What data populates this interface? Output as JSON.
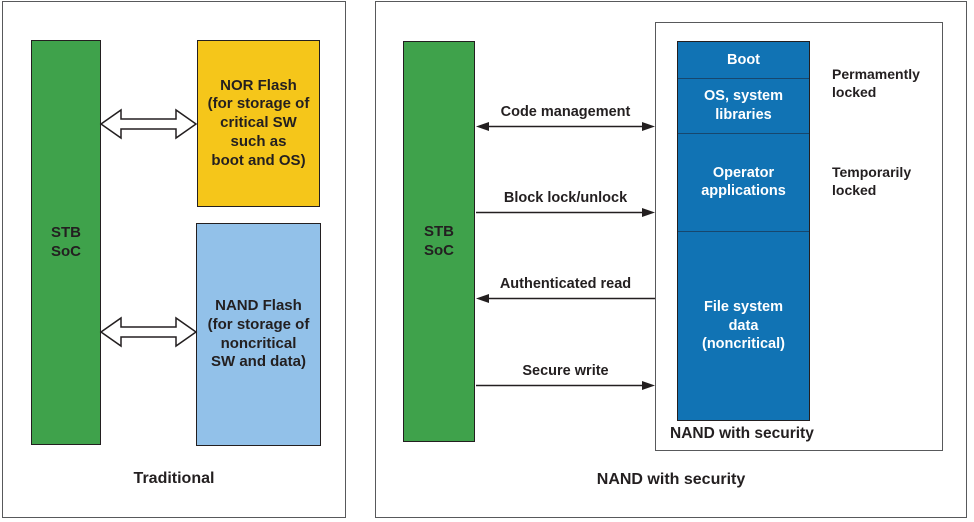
{
  "colors": {
    "green": "#3fa24b",
    "yellow": "#f5c61a",
    "light_blue": "#92c1e9",
    "dark_blue": "#1173b4",
    "divider_blue": "#17476e",
    "panel_border": "#58595b",
    "ink": "#231f20"
  },
  "left_panel": {
    "caption": "Traditional",
    "soc_label": "STB\nSoC",
    "nor_flash_label": "NOR Flash\n(for storage of\ncritical SW\nsuch as\nboot and OS)",
    "nand_flash_label": "NAND Flash\n(for storage of\nnoncritical\nSW and data)"
  },
  "right_panel": {
    "caption": "NAND with security",
    "soc_label": "STB\nSoC",
    "arrows": [
      {
        "label": "Code management",
        "direction": "both"
      },
      {
        "label": "Block lock/unlock",
        "direction": "right"
      },
      {
        "label": "Authenticated read",
        "direction": "left"
      },
      {
        "label": "Secure write",
        "direction": "right"
      }
    ],
    "nand_box": {
      "inner_label": "NAND with security",
      "sections": [
        "Boot",
        "OS, system\nlibraries",
        "Operator\napplications",
        "File system\ndata\n(noncritical)"
      ]
    },
    "locks": [
      {
        "label": "Permamently\nlocked"
      },
      {
        "label": "Temporarily\nlocked"
      }
    ]
  }
}
